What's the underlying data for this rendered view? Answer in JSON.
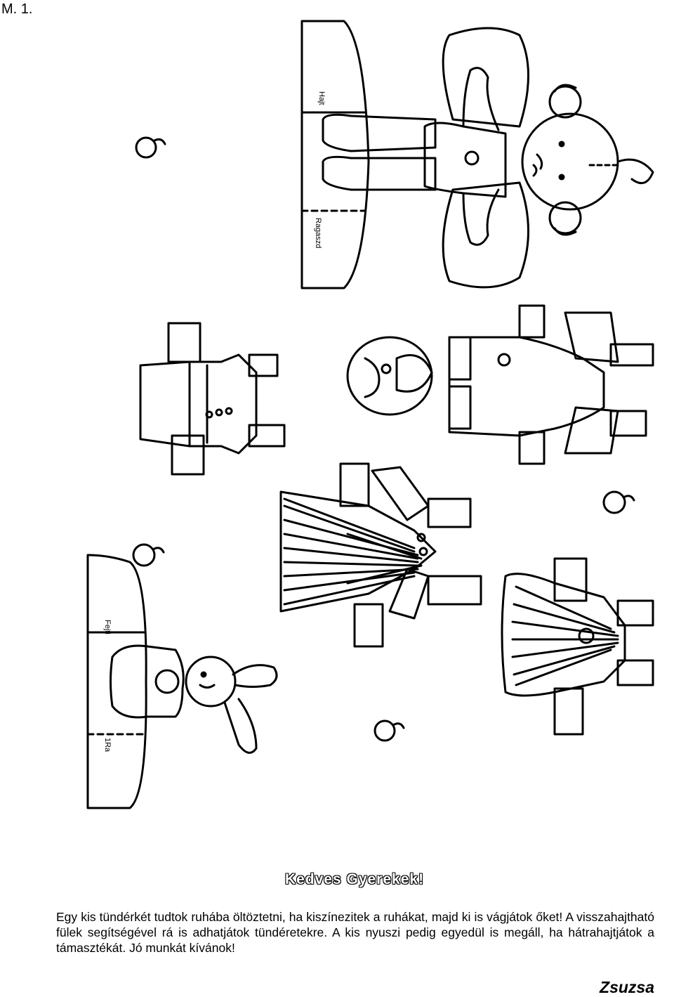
{
  "page_number": "M. 1.",
  "title": "Kedves Gyerekek!",
  "body": "Egy kis tündérkét tudtok ruhába öltöztetni, ha kiszínezitek a ruhákat, majd ki is vágjátok őket! A visszahajtható fülek segítségével rá is adhatjátok tündéretekre. A kis nyuszi pedig egyedül is megáll, ha hátrahajtjátok a támasztékát. Jó munkát kívánok!",
  "signature": "Zsuzsa",
  "stand_labels": {
    "fairy_top": "Hajt",
    "fairy_bottom": "Ragaszd",
    "bunny_top": "Fejti",
    "bunny_bottom": "1Ra"
  }
}
